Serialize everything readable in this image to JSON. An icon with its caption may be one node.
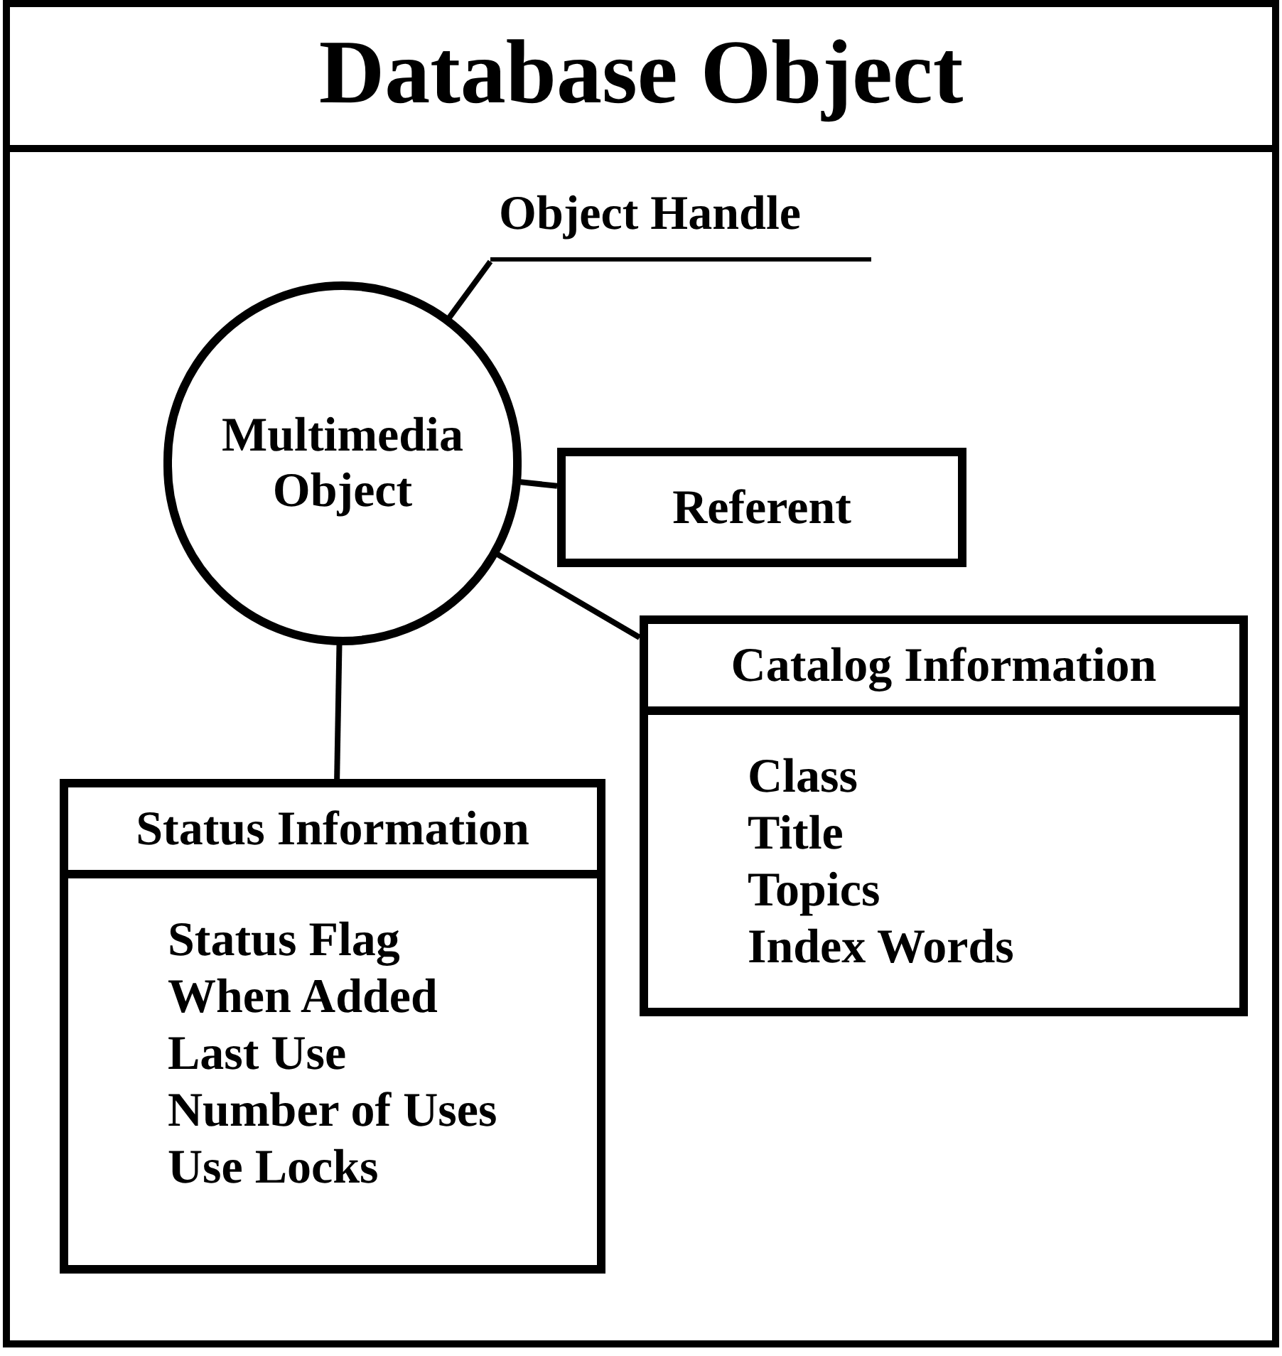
{
  "diagram": {
    "title": "Database Object",
    "nodes": [
      {
        "text": [
          "Object Handle"
        ]
      },
      {
        "text": [
          "Multimedia Object"
        ]
      },
      {
        "text": [
          "Referent"
        ]
      },
      {
        "text": [
          "Catalog Information",
          "Class",
          "Title",
          "Topics",
          "Index Words"
        ]
      },
      {
        "text": [
          "Status Information",
          "Status Flag",
          "When Added",
          "Last Use",
          "Number of Uses",
          "Use Locks"
        ]
      }
    ],
    "edges": [
      {
        "from": 1,
        "to": 0,
        "arrow": "none"
      },
      {
        "from": 1,
        "to": 2,
        "arrow": "none"
      },
      {
        "from": 1,
        "to": 3,
        "arrow": "none"
      },
      {
        "from": 1,
        "to": 4,
        "arrow": "none"
      }
    ]
  }
}
